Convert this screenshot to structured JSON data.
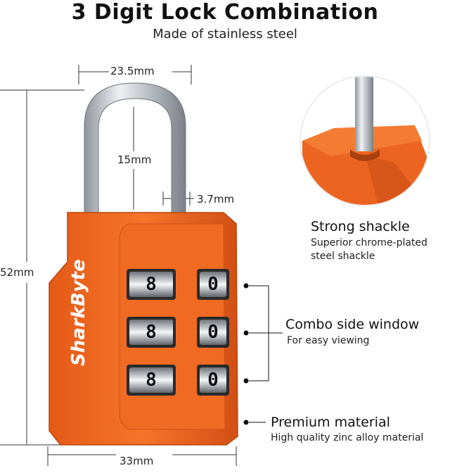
{
  "header": {
    "title": "3 Digit Lock Combination",
    "subtitle": "Made of stainless steel"
  },
  "dimensions": {
    "shackle_width": "23.5mm",
    "shackle_clearance": "15mm",
    "shackle_diameter": "3.7mm",
    "height": "52mm",
    "body_width": "33mm"
  },
  "brand": "SharkByte",
  "dials": [
    {
      "left": "8",
      "right": "0"
    },
    {
      "left": "8",
      "right": "0"
    },
    {
      "left": "8",
      "right": "0"
    }
  ],
  "features": [
    {
      "title": "Strong shackle",
      "desc_line1": "Superior chrome-plated",
      "desc_line2": "steel shackle"
    },
    {
      "title": "Combo side window",
      "desc_line1": "For easy viewing"
    },
    {
      "title": "Premium material",
      "desc_line1": "High quality zinc alloy material"
    }
  ],
  "colors": {
    "body": "#F26A21",
    "body_dark": "#D2541A",
    "steel": "#C8CDD2"
  }
}
